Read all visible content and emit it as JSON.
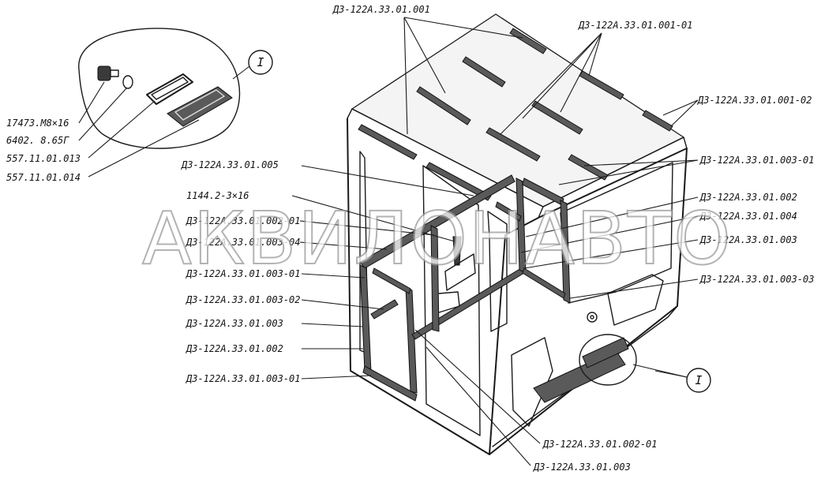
{
  "watermark": "АКВИЛОНАВТО",
  "callout_mark": "I",
  "detail_labels": {
    "bolt": "17473.М8×16",
    "washer": "6402. 8.65Г",
    "frame": "557.11.01.013",
    "pad": "557.11.01.014"
  },
  "right_labels": {
    "top_left": "ДЗ-122А.33.01.001",
    "top_right": "ДЗ-122А.33.01.001-01",
    "roof_right": "ДЗ-122А.33.01.001-02",
    "r1": "ДЗ-122А.33.01.003-01",
    "r2": "ДЗ-122А.33.01.002",
    "r3": "ДЗ-122А.33.01.004",
    "r4": "ДЗ-122А.33.01.003",
    "r5": "ДЗ-122А.33.01.003-03",
    "bottom1": "ДЗ-122А.33.01.002-01",
    "bottom2": "ДЗ-122А.33.01.003"
  },
  "left_labels": {
    "l1": "ДЗ-122А.33.01.005",
    "l2": "1144.2-3×16",
    "l3": "ДЗ-122А.33.01.002-01",
    "l4": "ДЗ-122А.33.01.003-04",
    "l5": "ДЗ-122А.33.01.003-01",
    "l6": "ДЗ-122А.33.01.003-02",
    "l7": "ДЗ-122А.33.01.003",
    "l8": "ДЗ-122А.33.01.002",
    "l9": "ДЗ-122А.33.01.003-01"
  }
}
